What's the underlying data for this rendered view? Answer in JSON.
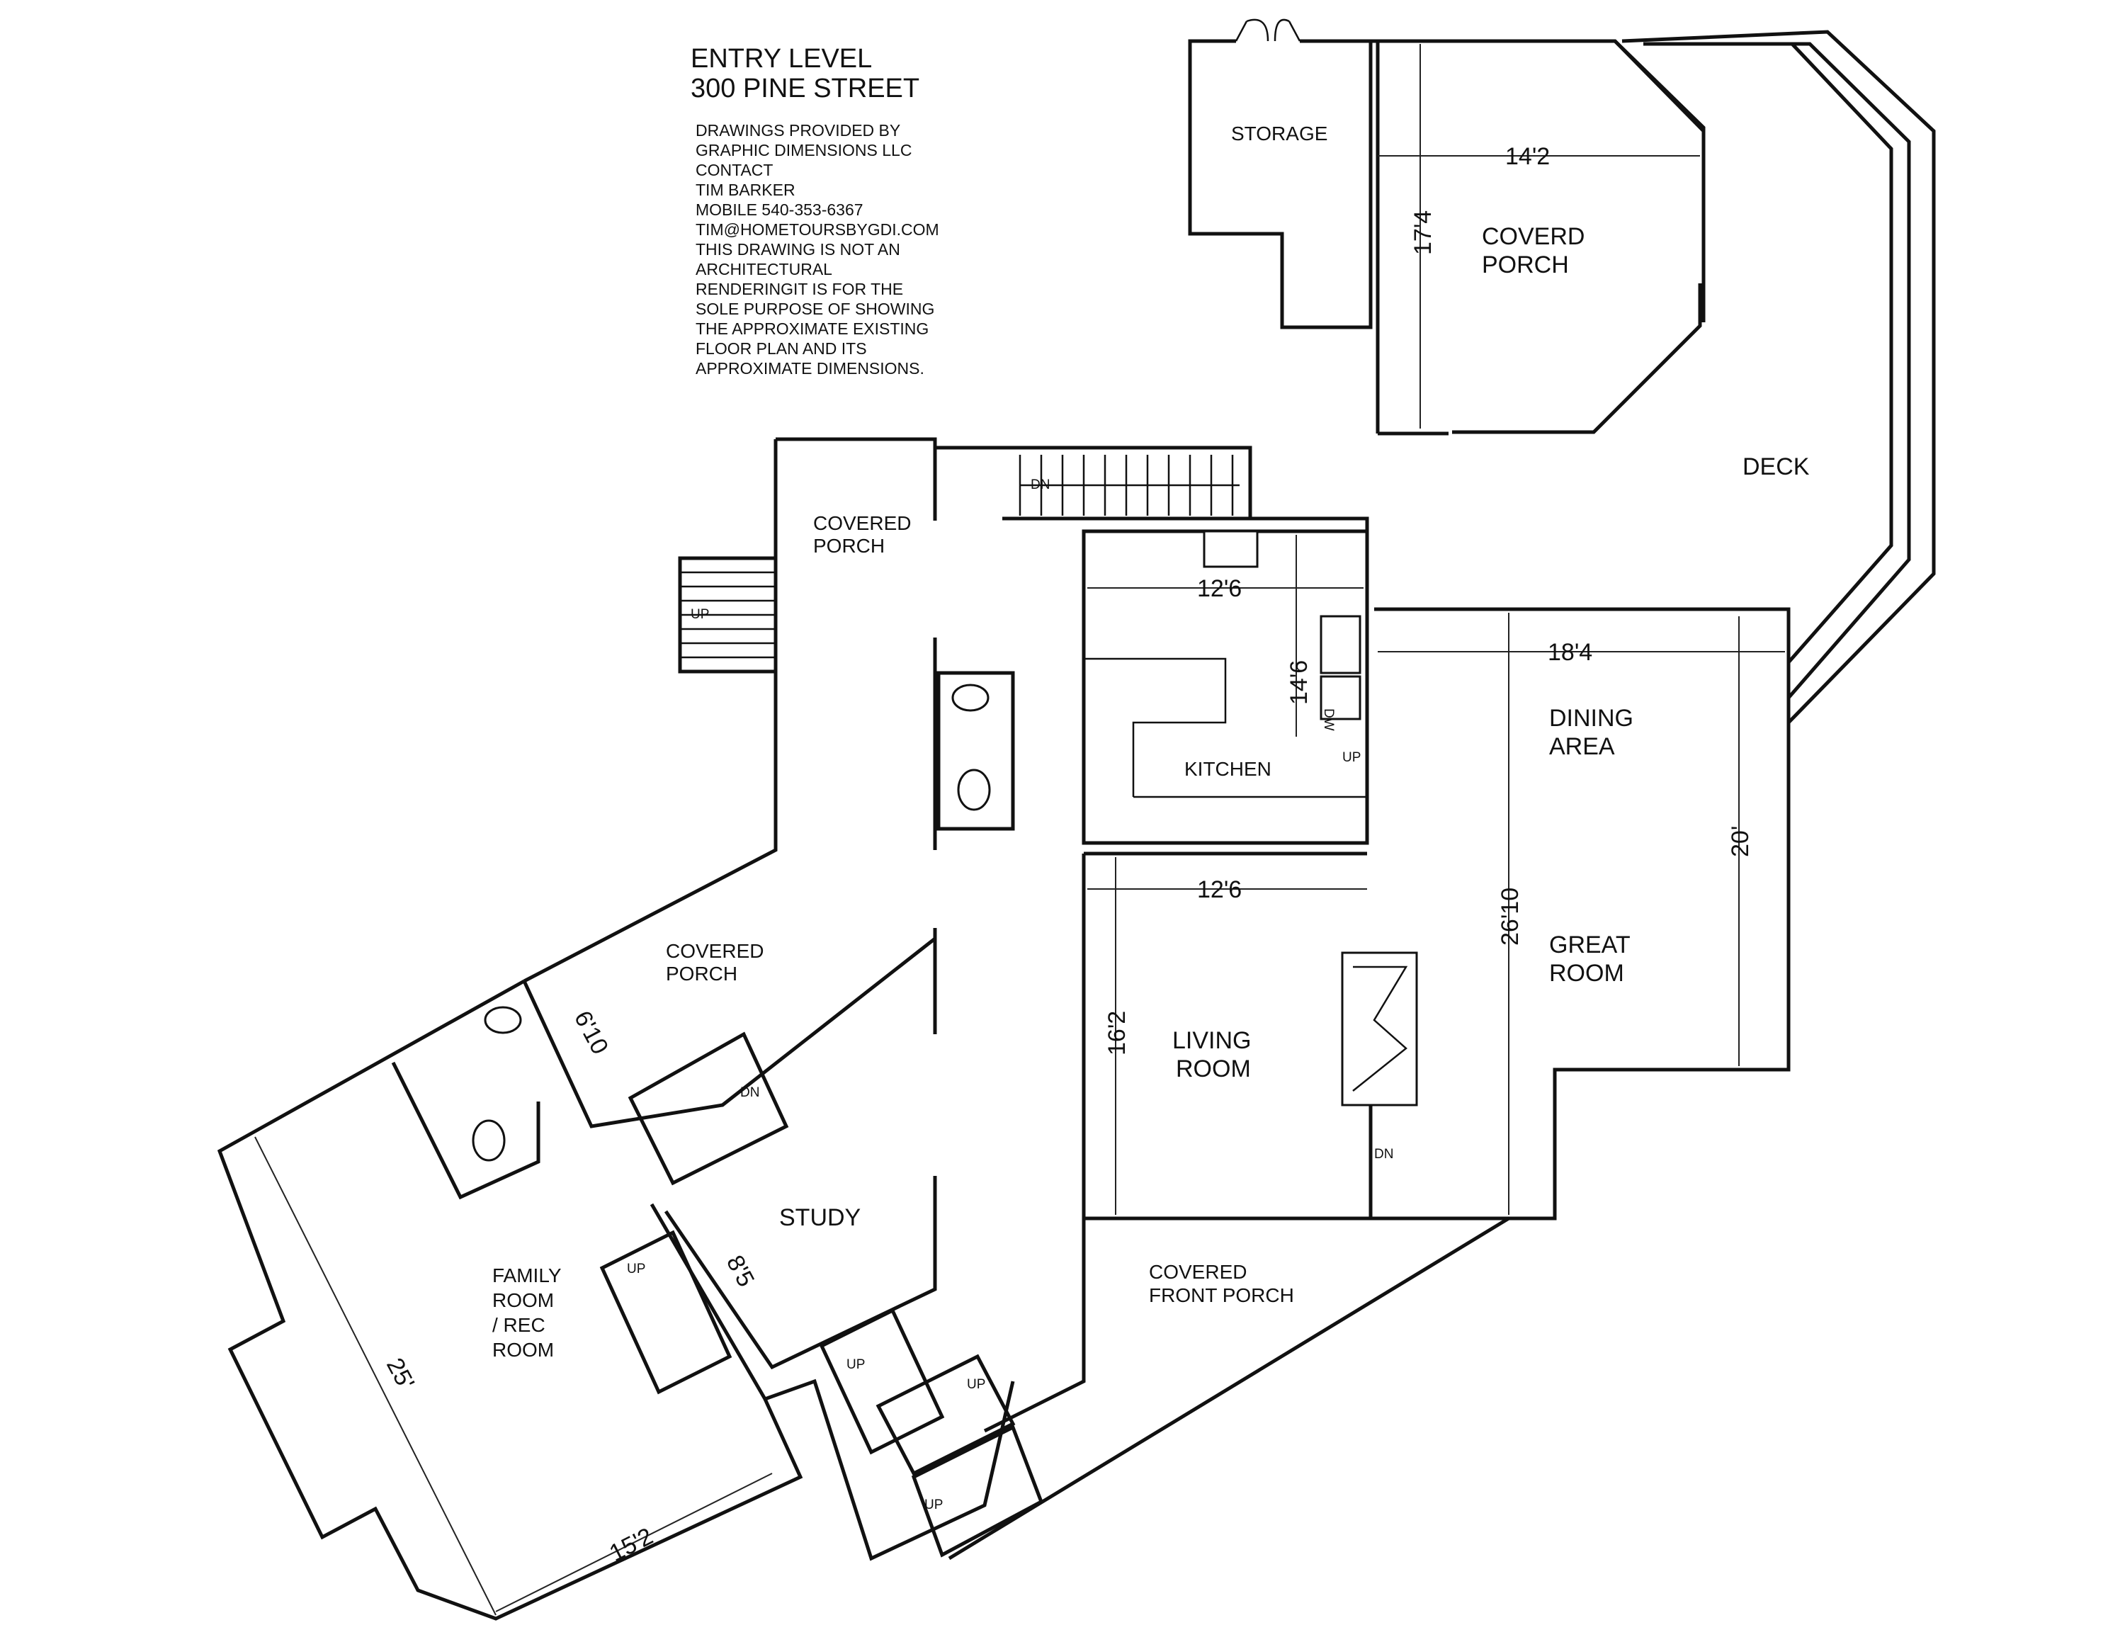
{
  "title": {
    "line1": "ENTRY LEVEL",
    "line2": "300 PINE STREET"
  },
  "notes": [
    "DRAWINGS PROVIDED BY",
    "GRAPHIC DIMENSIONS LLC",
    "CONTACT",
    "TIM BARKER",
    "MOBILE 540-353-6367",
    "TIM@HOMETOURSBYGDI.COM",
    "THIS DRAWING IS NOT AN",
    "ARCHITECTURAL",
    "RENDERINGIT IS FOR THE",
    "SOLE PURPOSE OF SHOWING",
    "THE APPROXIMATE EXISTING",
    "FLOOR PLAN AND ITS",
    "APPROXIMATE DIMENSIONS."
  ],
  "rooms": {
    "storage": "STORAGE",
    "coverd_porch": [
      "COVERD",
      "PORCH"
    ],
    "deck": "DECK",
    "covered_porch_top": [
      "COVERED",
      "PORCH"
    ],
    "kitchen": "KITCHEN",
    "dining_area": [
      "DINING",
      "AREA"
    ],
    "great_room": [
      "GREAT",
      "ROOM"
    ],
    "covered_porch_mid": [
      "COVERED",
      "PORCH"
    ],
    "living_room": [
      "LIVING",
      "ROOM"
    ],
    "study": "STUDY",
    "family_room": [
      "FAMILY",
      "ROOM",
      "/ REC",
      "ROOM"
    ],
    "covered_front_porch": [
      "COVERED",
      "FRONT PORCH"
    ]
  },
  "dimensions": {
    "porch_width": "14'2",
    "porch_depth": "17'4",
    "kitchen_width": "12'6",
    "kitchen_depth": "14'6",
    "dining_width": "18'4",
    "great_room_depth": "26'10",
    "great_room_width": "20'",
    "living_width": "12'6",
    "living_depth": "16'2",
    "covered_porch_depth": "6'10",
    "study_depth": "8'5",
    "family_length": "25'",
    "family_width": "15'2"
  },
  "stair_labels": {
    "up": "UP",
    "dn": "DN",
    "dw": "DW"
  }
}
